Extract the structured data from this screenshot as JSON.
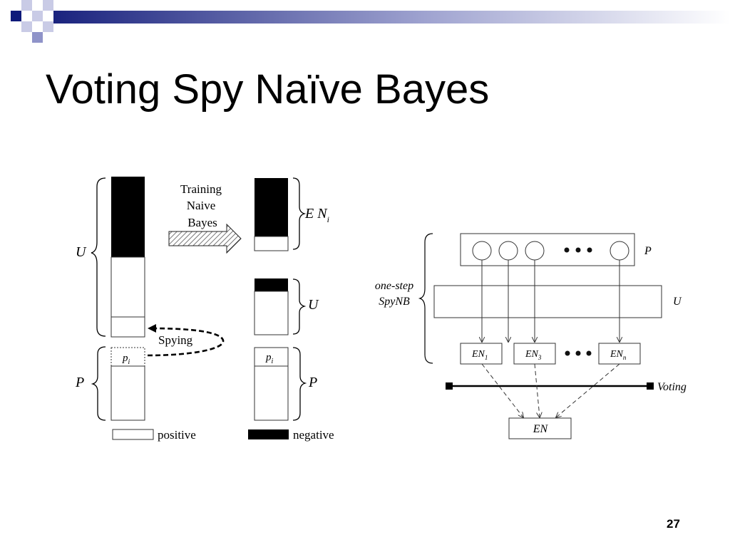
{
  "slide": {
    "title": "Voting Spy Naïve Bayes",
    "slide_number": "27"
  },
  "left_diagram": {
    "u_label": "U",
    "p_label": "P",
    "pi_label": "p",
    "pi_sub": "i",
    "training_line1": "Training",
    "training_line2": "Naive",
    "training_line3": "Bayes",
    "spying_label": "Spying",
    "en_label": "E N",
    "en_sub": "i",
    "u_right_label": "U",
    "p_right_label": "P",
    "legend_positive": "positive",
    "legend_negative": "negative"
  },
  "right_diagram": {
    "p_label": "P",
    "u_label": "U",
    "onestep_line1": "one-step",
    "onestep_line2": "SpyNB",
    "en_boxes": [
      {
        "base": "EN",
        "sub": "1"
      },
      {
        "base": "EN",
        "sub": "3"
      },
      {
        "base": "EN",
        "sub": "n"
      }
    ],
    "voting_label": "Voting",
    "final_label": "EN"
  },
  "colors": {
    "corner_navy": "#0e1a7a",
    "corner_light": "#c9cbe6",
    "title_bar_start": "#1a237e",
    "title_bar_end": "#ffffff"
  }
}
